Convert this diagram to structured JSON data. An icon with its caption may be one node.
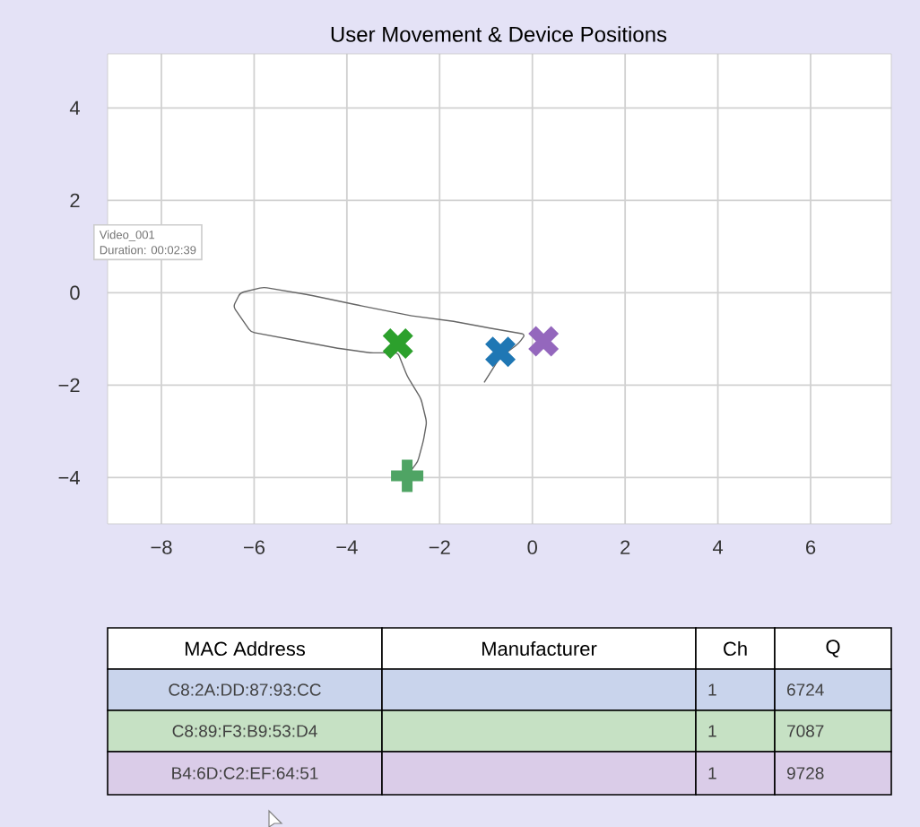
{
  "diagram": {
    "title": "User Movement & Device Positions",
    "nodes": [
      {
        "text": [
          "Video_001",
          "Duration: 00:02:39"
        ]
      }
    ],
    "edges": [],
    "labels": [
      "MAC Address",
      "Manufacturer",
      "Ch",
      "Q",
      "C8:2A:DD:87:93:CC",
      "1",
      "6724",
      "C8:89:F3:B9:53:D4",
      "1",
      "7087",
      "B4:6D:C2:EF:64:51",
      "1",
      "9728"
    ],
    "chart_data": {
      "type": "scatter",
      "grid": true,
      "xlim": [
        -9.16,
        7.74
      ],
      "ylim": [
        -5.0,
        5.17
      ],
      "xticks": [
        {
          "value": -8,
          "label": "−8"
        },
        {
          "value": -6,
          "label": "−6"
        },
        {
          "value": -4,
          "label": "−4"
        },
        {
          "value": -2,
          "label": "−2"
        },
        {
          "value": 0,
          "label": "0"
        },
        {
          "value": 2,
          "label": "2"
        },
        {
          "value": 4,
          "label": "4"
        },
        {
          "value": 6,
          "label": "6"
        }
      ],
      "yticks": [
        {
          "value": -4,
          "label": "−4"
        },
        {
          "value": -2,
          "label": "−2"
        },
        {
          "value": 0,
          "label": "0"
        },
        {
          "value": 2,
          "label": "2"
        },
        {
          "value": 4,
          "label": "4"
        }
      ],
      "series": [
        {
          "color": "#2ca02c",
          "marker": "x",
          "x": [
            -2.9
          ],
          "values": [
            -1.1
          ]
        },
        {
          "color": "#1f77b4",
          "marker": "x",
          "x": [
            -0.69
          ],
          "values": [
            -1.28
          ]
        },
        {
          "color": "#9467bd",
          "marker": "x",
          "x": [
            0.24
          ],
          "values": [
            -1.05
          ]
        },
        {
          "color": "#4fa464",
          "marker": "plus",
          "x": [
            -2.7
          ],
          "values": [
            -3.96
          ]
        }
      ]
    }
  }
}
